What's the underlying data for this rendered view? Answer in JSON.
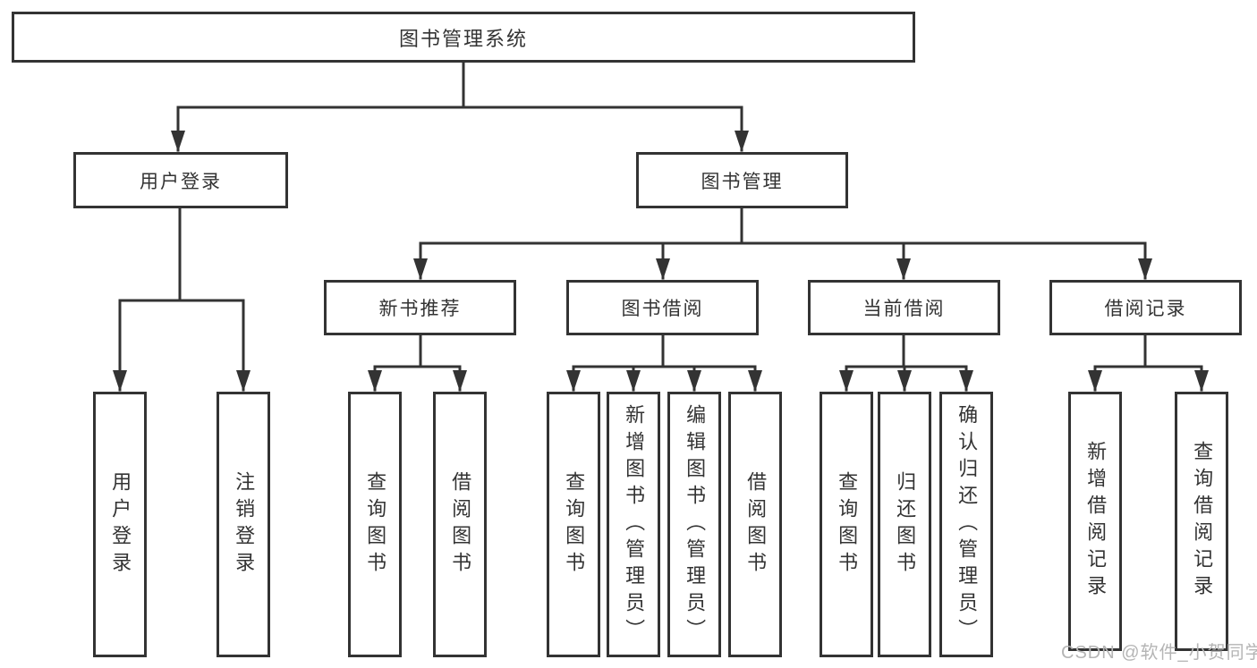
{
  "tree": {
    "root": {
      "label": "图书管理系统"
    },
    "children": [
      {
        "label": "用户登录",
        "children": [
          {
            "label": "用户登录"
          },
          {
            "label": "注销登录"
          }
        ]
      },
      {
        "label": "图书管理",
        "children": [
          {
            "label": "新书推荐",
            "children": [
              {
                "label": "查询图书"
              },
              {
                "label": "借阅图书"
              }
            ]
          },
          {
            "label": "图书借阅",
            "children": [
              {
                "label": "查询图书"
              },
              {
                "label": "新增图书（管理员）"
              },
              {
                "label": "编辑图书（管理员）"
              },
              {
                "label": "借阅图书"
              }
            ]
          },
          {
            "label": "当前借阅",
            "children": [
              {
                "label": "查询图书"
              },
              {
                "label": "归还图书"
              },
              {
                "label": "确认归还（管理员）"
              }
            ]
          },
          {
            "label": "借阅记录",
            "children": [
              {
                "label": "新增借阅记录"
              },
              {
                "label": "查询借阅记录"
              }
            ]
          }
        ]
      }
    ]
  },
  "watermark": {
    "text": "CSDN @软件_小贺同学",
    "color": "#b5b5b5"
  },
  "colors": {
    "line": "#333333",
    "text": "#333333",
    "background": "#ffffff"
  }
}
